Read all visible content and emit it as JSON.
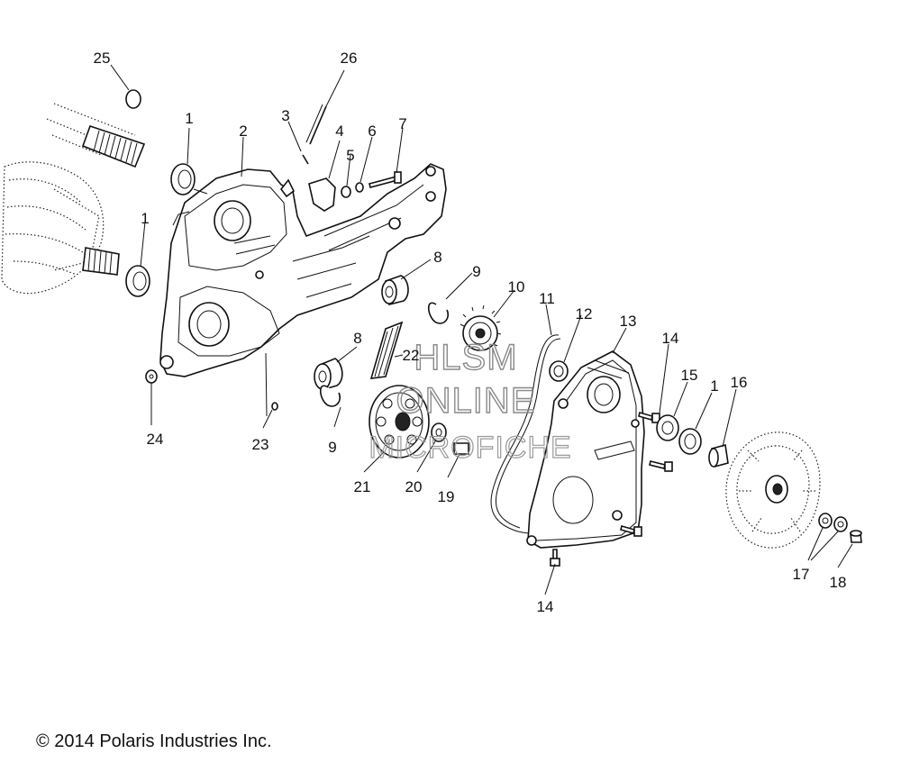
{
  "callouts": [
    "25",
    "26",
    "1",
    "2",
    "3",
    "4",
    "5",
    "6",
    "7",
    "1",
    "8",
    "9",
    "10",
    "11",
    "12",
    "13",
    "14",
    "8",
    "22",
    "15",
    "1",
    "16",
    "9",
    "21",
    "20",
    "19",
    "24",
    "23",
    "14",
    "17",
    "18"
  ],
  "watermark": {
    "line1": "HLSM",
    "line2": "ONLINE",
    "line3": "MICROFICHE"
  },
  "copyright": "© 2014 Polaris Industries Inc."
}
